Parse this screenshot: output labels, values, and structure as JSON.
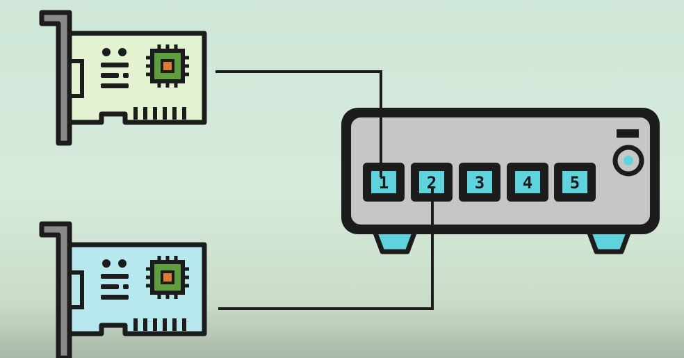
{
  "diagram": {
    "switch": {
      "ports": [
        {
          "label": "1",
          "connected_card": "top"
        },
        {
          "label": "2",
          "connected_card": "bottom"
        },
        {
          "label": "3"
        },
        {
          "label": "4"
        },
        {
          "label": "5"
        }
      ]
    },
    "cards": [
      {
        "position": "top",
        "fill": "#e3f3d2"
      },
      {
        "position": "bottom",
        "fill": "#b6e8ee"
      }
    ],
    "colors": {
      "outline": "#1c1c1c",
      "switch_body": "#c6c6c6",
      "port_cyan": "#5ed3dd",
      "chip_green": "#5f9e3e",
      "chip_core": "#e07a2f",
      "bracket_gray": "#8a8a8a"
    }
  }
}
